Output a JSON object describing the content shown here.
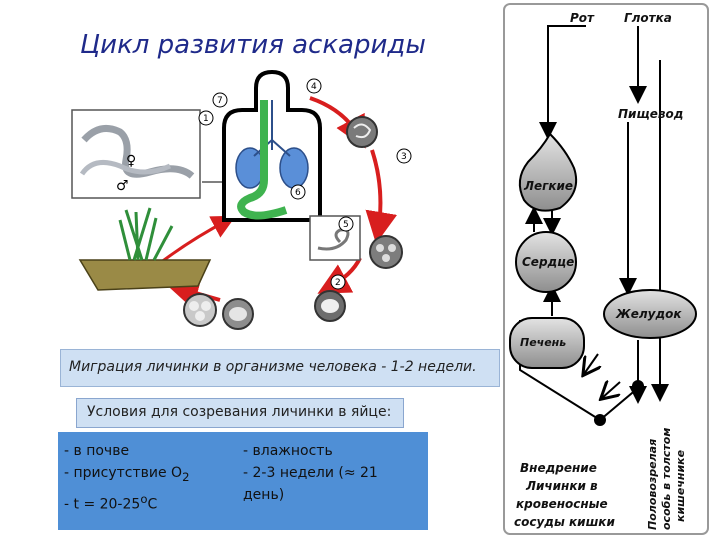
{
  "title": "Цикл развития аскариды",
  "cycle": {
    "steps": [
      "1",
      "2",
      "3",
      "4",
      "5",
      "6",
      "7"
    ],
    "colors": {
      "arrow": "#d81e1e",
      "lungs": "#5a8fd8",
      "gut": "#3fb34f",
      "worm": "#9aa0a8"
    }
  },
  "migration_text": "Миграция личинки в организме человека - 1-2 недели.",
  "conditions": {
    "header": "Условия для созревания личинки в яйце:",
    "left": {
      "line1": "- в почве",
      "line2_prefix": "- присутствие О",
      "line2_sub": "2",
      "line3_prefix": "- t = 20-25",
      "line3_sup": "о",
      "line3_suffix": "С"
    },
    "right": {
      "line1": "- влажность",
      "line2": "- 2-3 недели (≈ 21",
      "line3": "день)"
    }
  },
  "scheme": {
    "rot": "Рот",
    "glotka": "Глотка",
    "pishchevod": "Пищевод",
    "legkie": "Легкие",
    "serdtse": "Сердце",
    "zheludok": "Желудок",
    "pechen": "Печень",
    "vnedrenie": [
      "Внедрение",
      "Личинки в",
      "кровеносные",
      "сосуды кишки"
    ],
    "vertical_line1": "Половозрелая",
    "vertical_line2": "особь в толстом",
    "vertical_line3": "кишечнике"
  }
}
